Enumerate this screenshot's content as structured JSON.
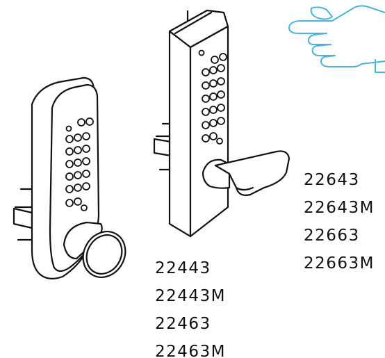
{
  "colors": {
    "line": "#111111",
    "fill": "#ffffff",
    "accent": "#4ab3d8"
  },
  "icons": [
    "knob-lock-illustration",
    "lever-lock-illustration",
    "pointing-hand-icon"
  ],
  "model_groups": [
    {
      "device": "knob-lock",
      "models": [
        "22443",
        "22443M",
        "22463",
        "22463M"
      ]
    },
    {
      "device": "lever-lock",
      "models": [
        "22643",
        "22643M",
        "22663",
        "22663M"
      ]
    }
  ]
}
